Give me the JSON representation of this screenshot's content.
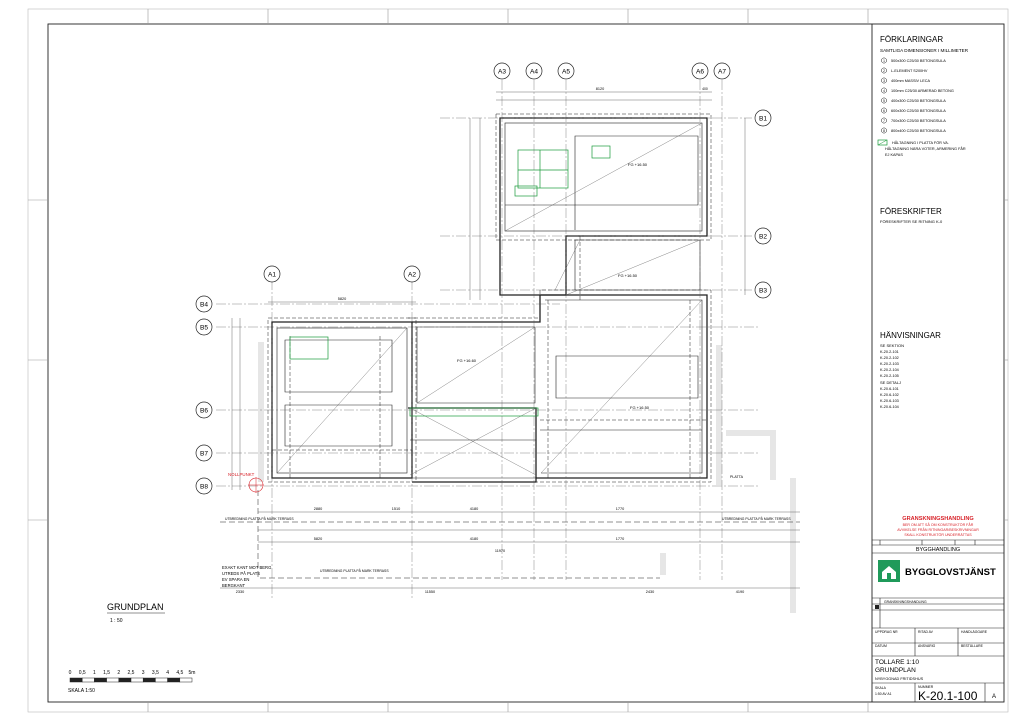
{
  "legend": {
    "title": "FÖRKLARINGAR",
    "subtitle": "SAMTLIGA DIMENSIONER I MILLIMETER",
    "items": [
      {
        "n": "1",
        "text": "500x300 C25/30 BETONGSULA"
      },
      {
        "n": "2",
        "text": "L-ELEMENT S200HV"
      },
      {
        "n": "3",
        "text": "400mm MASSIV LECA"
      },
      {
        "n": "4",
        "text": "100mm C25/30 ARMERAD BETONG"
      },
      {
        "n": "5",
        "text": "400x300 C25/30 BETONGSULA"
      },
      {
        "n": "6",
        "text": "600x300 C25/30 BETONGSULA"
      },
      {
        "n": "7",
        "text": "700x300 C25/30 BETONGSULA"
      },
      {
        "n": "8",
        "text": "800x400 C25/30 BETONGSULA"
      }
    ],
    "note1": "HÅLTAGNING I PLATTA FÖR VA.",
    "note2": "HÅLTAGNING NÄRA VOTER, ARMERING FÅR",
    "note3": "EJ KAPAS"
  },
  "regulations": {
    "title": "FÖRESKRIFTER",
    "text": "FÖRESKRIFTER SE RITNING K-0"
  },
  "references": {
    "title": "HÄNVISNINGAR",
    "sections_label": "SE SEKTION",
    "sections": [
      "K-20.2-101",
      "K-20.2-102",
      "K-20.2-103",
      "K-20.2-104",
      "K-20.2-105"
    ],
    "details_label": "SE DETALJ",
    "details": [
      "K-20.6-101",
      "K-20.6-102",
      "K-20.6-103",
      "K-20.6-104"
    ]
  },
  "stamp": {
    "title": "GRANSKNINGSHANDLING",
    "line1": "BER OM ATT SÅ OM KONSTRUKTÖR FÅR",
    "line2": "AVVIKELSE FRÅN RITNINGAR/BESKRIVNINGAR",
    "line3": "SKALL KONSTRUKTÖR UNDERRÄTTAS"
  },
  "title_block": {
    "handling": "BYGGHANDLING",
    "company": "BYGGLOVSTJÄNST",
    "rev_text": "GRANSKNINGSHANDLING",
    "uppdrag_label": "UPPDRAG NR",
    "ritad_label": "RITAD AV",
    "handlaggare_label": "HANDLÄGGARE",
    "datum_label": "DATUM",
    "ansvarig_label": "ANSVARIG",
    "bestallare_label": "BESTÄLLARE",
    "project": "TOLLARE 1:10",
    "sheet_title": "GRUNDPLAN",
    "description": "NYBYGGNAD FRITIDSHUS",
    "skala_label": "SKALA",
    "skala_value": "1:50 AV A1",
    "nummer_label": "NUMMER",
    "number": "K-20.1-100",
    "blad": "A"
  },
  "plan": {
    "title": "GRUNDPLAN",
    "scale": "1 : 50",
    "mullpunkt": "NOLLPUNKT",
    "note_l1": "EXAKT KANT MOT BERG",
    "note_l2": "UTREDS PÅ PLATS",
    "note_l3": "EV SPARA EN",
    "note_l4": "BERGKANT",
    "terrace_label": "UTBREDNING PLATTA PÅ MARK TERRASS",
    "fg1": "FG +16.50",
    "fg2": "FG +16.50",
    "fg3": "FG +16.60",
    "fg4": "FG +16.50",
    "pg_label": "PLATTA"
  },
  "grid": {
    "top": [
      "A3",
      "A4",
      "A5",
      "A6",
      "A7"
    ],
    "mid": [
      "A1",
      "A2"
    ],
    "right": [
      "B1",
      "B2",
      "B3"
    ],
    "left": [
      "B4",
      "B5",
      "B6",
      "B7",
      "B8"
    ]
  },
  "dims": {
    "top_total": "8120",
    "top_left": "400",
    "a1a2": "5820",
    "bottom_row1": [
      "2880",
      "1510",
      "4180",
      "1770"
    ],
    "bottom_row2": [
      "5820",
      "4180",
      "1770"
    ],
    "bottom_total": "11970",
    "bottom_row3": [
      "2330",
      "11550",
      "2430",
      "4190"
    ]
  },
  "scale_bar": {
    "labels": [
      "0",
      "0,5",
      "1",
      "1,5",
      "2",
      "2,5",
      "3",
      "3,5",
      "4",
      "4,5",
      "5m"
    ],
    "caption": "SKALA 1:50"
  },
  "colors": {
    "line": "#222222",
    "thin": "#555555",
    "green": "#1a9a3a",
    "red": "#d8232a",
    "grey_fill": "#e6e6e6",
    "brand": "#1f9a5a"
  }
}
